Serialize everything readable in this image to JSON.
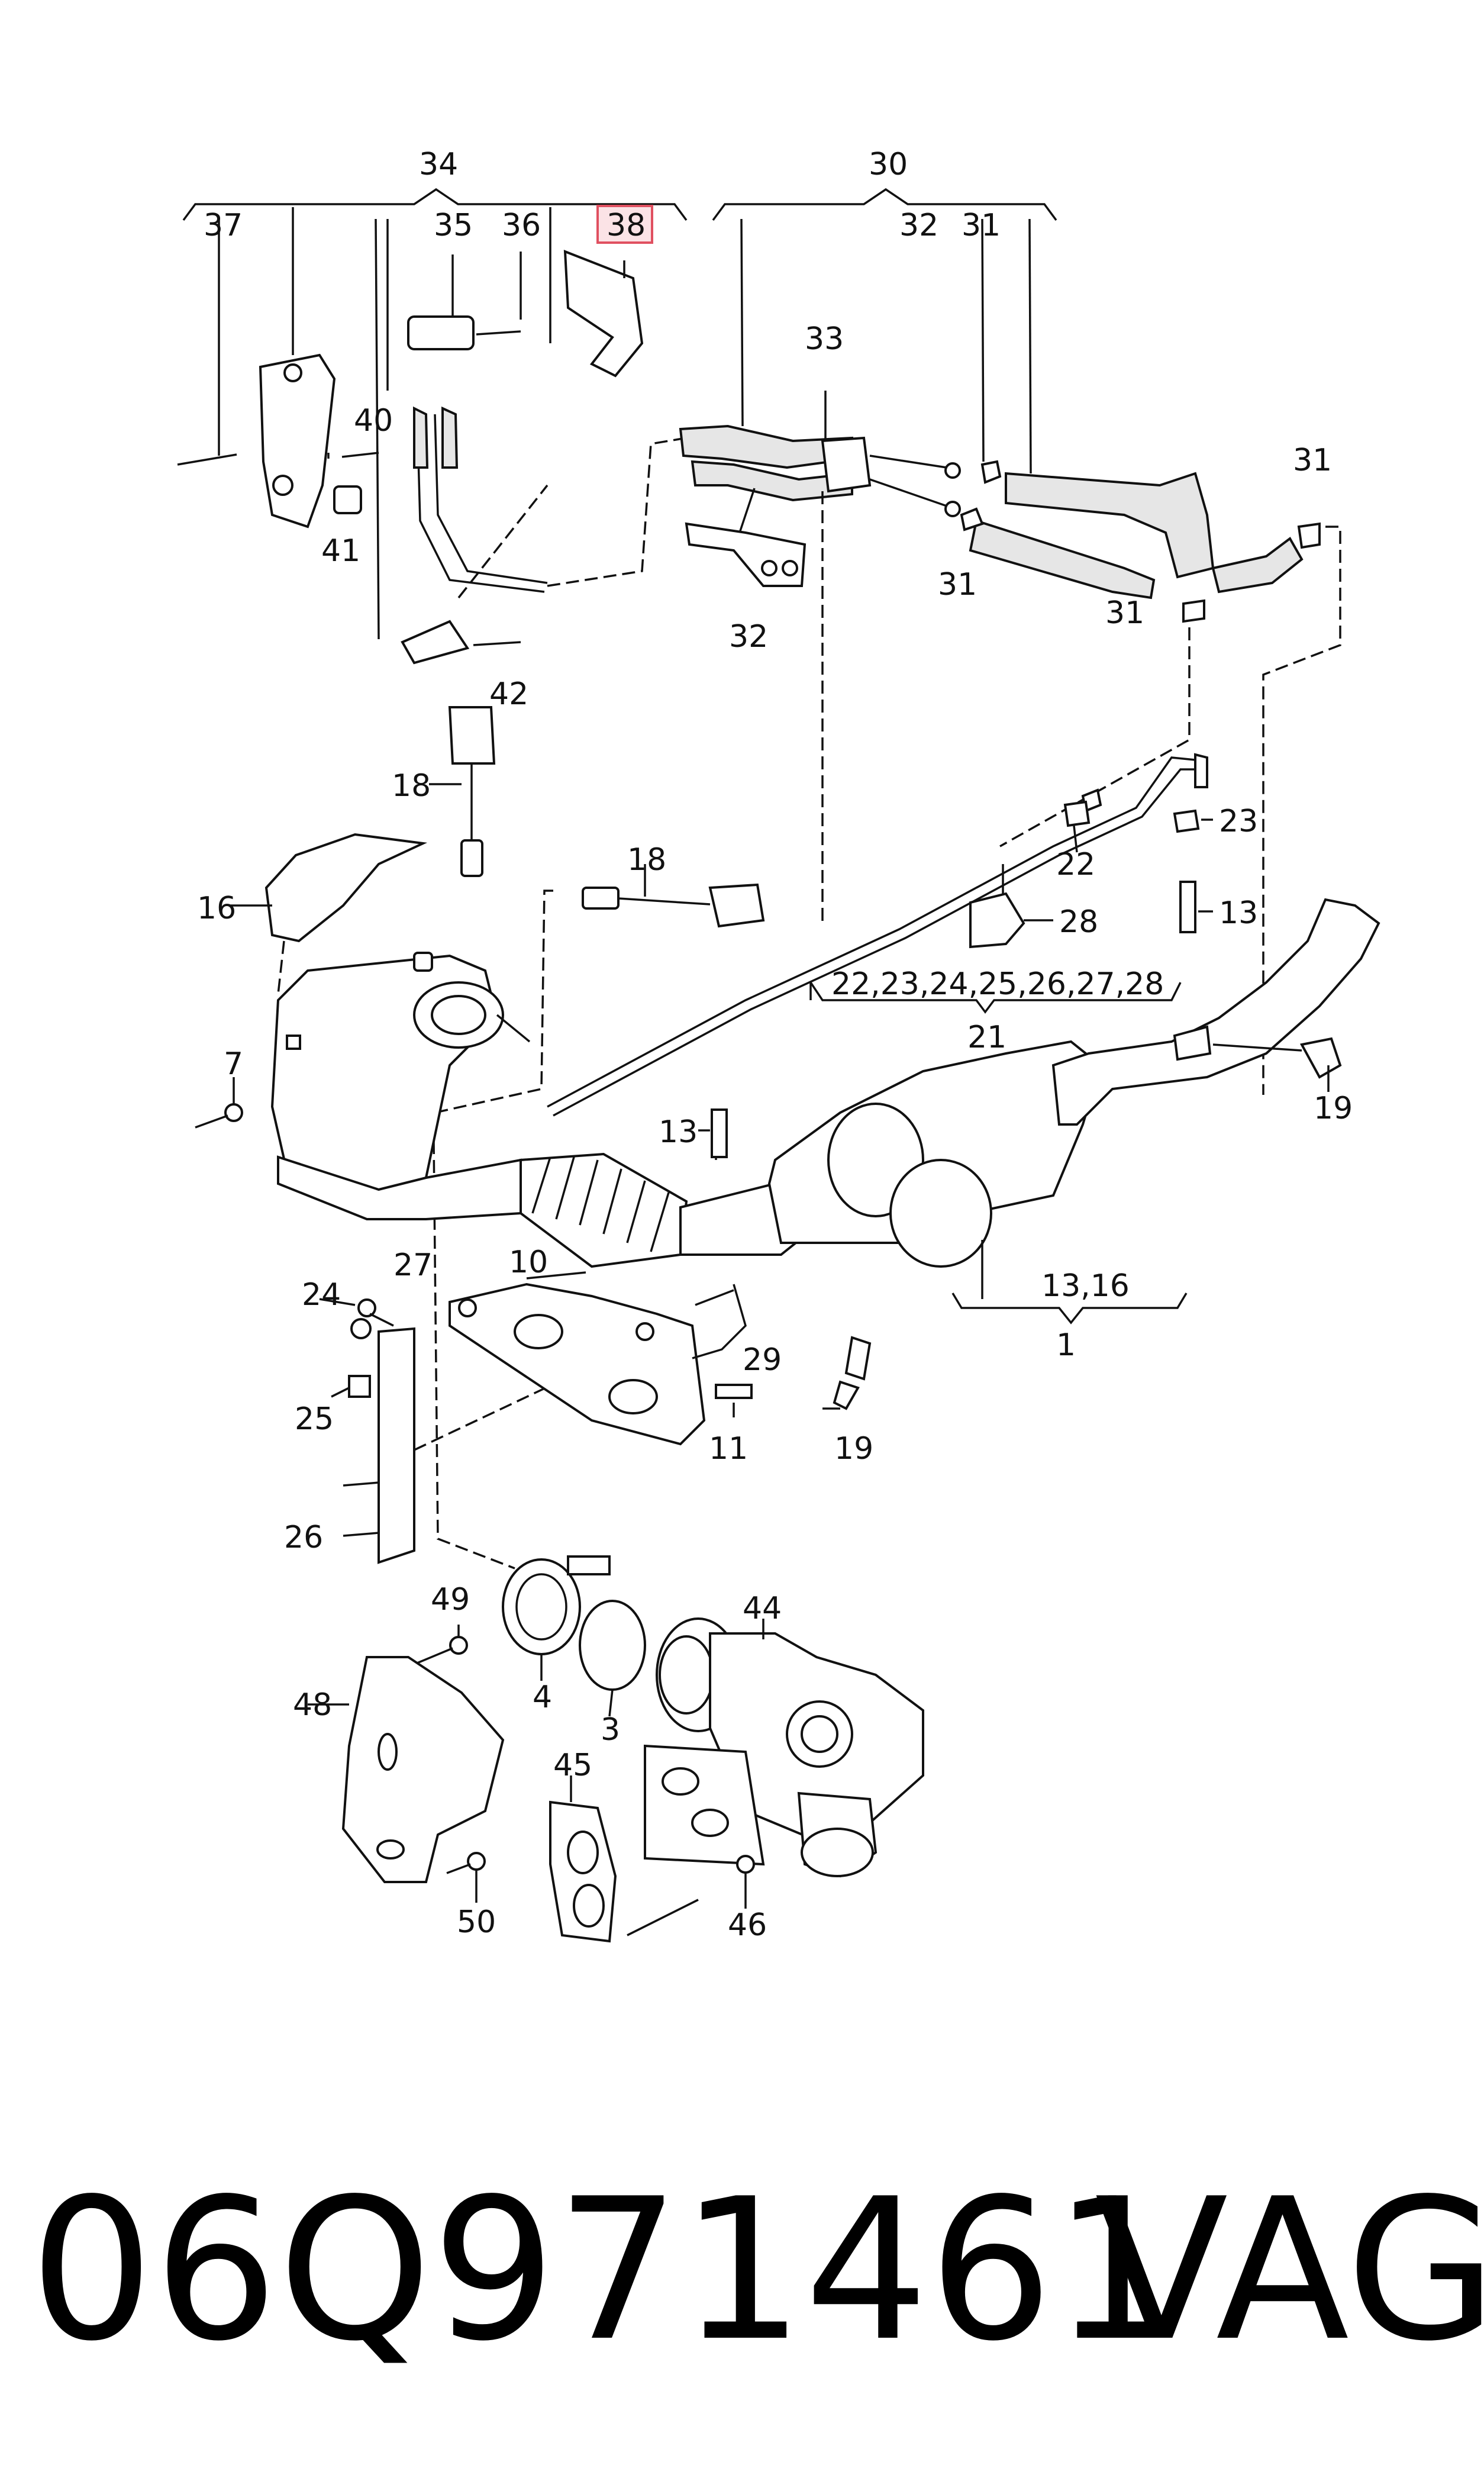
{
  "diagram": {
    "callouts": [
      {
        "id": "c34",
        "text": "34"
      },
      {
        "id": "c30",
        "text": "30"
      },
      {
        "id": "c37",
        "text": "37"
      },
      {
        "id": "c35",
        "text": "35"
      },
      {
        "id": "c36",
        "text": "36"
      },
      {
        "id": "c38",
        "text": "38"
      },
      {
        "id": "c32a",
        "text": "32"
      },
      {
        "id": "c31a",
        "text": "31"
      },
      {
        "id": "c33",
        "text": "33"
      },
      {
        "id": "c40",
        "text": "40"
      },
      {
        "id": "c41",
        "text": "41"
      },
      {
        "id": "c31b",
        "text": "31"
      },
      {
        "id": "c32b",
        "text": "32"
      },
      {
        "id": "c31c",
        "text": "31"
      },
      {
        "id": "c31d",
        "text": "31"
      },
      {
        "id": "c42",
        "text": "42"
      },
      {
        "id": "c18a",
        "text": "18"
      },
      {
        "id": "c16",
        "text": "16"
      },
      {
        "id": "c18b",
        "text": "18"
      },
      {
        "id": "c23",
        "text": "23"
      },
      {
        "id": "c22",
        "text": "22"
      },
      {
        "id": "c28",
        "text": "28"
      },
      {
        "id": "c13a",
        "text": "13"
      },
      {
        "id": "c21list",
        "text": "22,23,24,25,26,27,28"
      },
      {
        "id": "c21",
        "text": "21"
      },
      {
        "id": "c7",
        "text": "7"
      },
      {
        "id": "c19a",
        "text": "19"
      },
      {
        "id": "c13b",
        "text": "13"
      },
      {
        "id": "c13_16",
        "text": "13,16"
      },
      {
        "id": "c1",
        "text": "1"
      },
      {
        "id": "c27",
        "text": "27"
      },
      {
        "id": "c10",
        "text": "10"
      },
      {
        "id": "c24",
        "text": "24"
      },
      {
        "id": "c29",
        "text": "29"
      },
      {
        "id": "c25",
        "text": "25"
      },
      {
        "id": "c11",
        "text": "11"
      },
      {
        "id": "c19b",
        "text": "19"
      },
      {
        "id": "c26",
        "text": "26"
      },
      {
        "id": "c49",
        "text": "49"
      },
      {
        "id": "c44",
        "text": "44"
      },
      {
        "id": "c48",
        "text": "48"
      },
      {
        "id": "c4",
        "text": "4"
      },
      {
        "id": "c3",
        "text": "3"
      },
      {
        "id": "c45",
        "text": "45"
      },
      {
        "id": "c50",
        "text": "50"
      },
      {
        "id": "c46",
        "text": "46"
      }
    ],
    "highlight_color": "#e05060"
  },
  "caption": {
    "part_number": "06Q971461",
    "brand": "VAG"
  }
}
